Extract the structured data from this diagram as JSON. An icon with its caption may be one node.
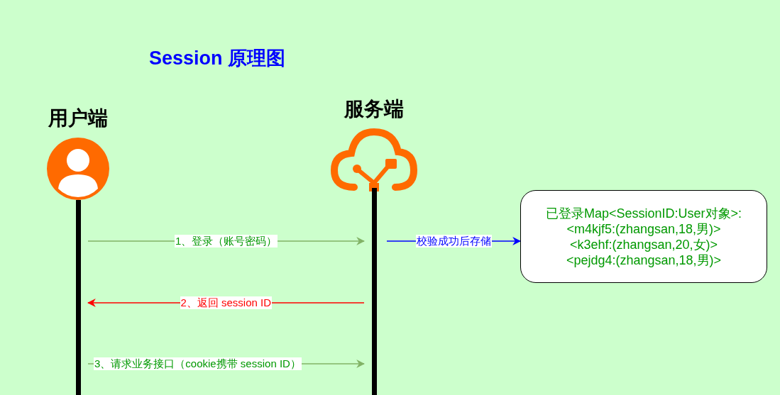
{
  "diagram": {
    "title": "Session 原理图",
    "nodes": [
      {
        "text": [
          "用户端"
        ]
      },
      {
        "text": [
          "服务端"
        ]
      },
      {
        "text": [
          "已登录Map<SessionID:User对象>:",
          "<m4kjf5:(zhangsan,18,男)>",
          "<k3ehf:(zhangsan,20,女)>",
          "<pejdg4:(zhangsan,18,男)>"
        ]
      }
    ],
    "edges": [
      {
        "from": 0,
        "to": 1,
        "arrow": "to",
        "label": "1、登录（账号密码）"
      },
      {
        "from": 1,
        "to": 0,
        "arrow": "to",
        "label": "2、返回 session ID",
        "color": "#ff0000"
      },
      {
        "from": 0,
        "to": 1,
        "arrow": "to",
        "label": "3、请求业务接口（cookie携带 session ID）"
      },
      {
        "from": 1,
        "to": 2,
        "arrow": "to",
        "label": "校验成功后存储",
        "color": "#0000ff"
      }
    ]
  }
}
